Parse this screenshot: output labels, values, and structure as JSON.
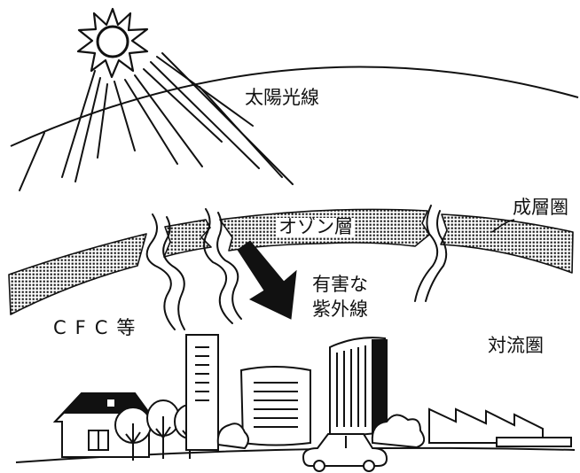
{
  "labels": {
    "sunlight": "太陽光線",
    "stratosphere": "成層圏",
    "ozone_layer": "オゾン層",
    "harmful_uv_line1": "有害な",
    "harmful_uv_line2": "紫外線",
    "cfc": "CFC等",
    "troposphere": "対流圏"
  },
  "colors": {
    "ink": "#111111",
    "background": "#ffffff",
    "ozone_dots": "#1a1a1a"
  }
}
